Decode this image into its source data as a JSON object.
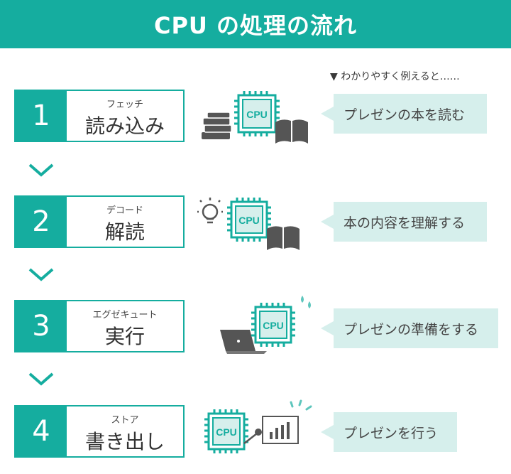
{
  "title": "CPU の処理の流れ",
  "hint": "▼ わかりやすく例えると……",
  "cpu_chip_label": "CPU",
  "steps": [
    {
      "number": "1",
      "subtitle": "フェッチ",
      "name": "読み込み",
      "analogy": "プレゼンの本を読む"
    },
    {
      "number": "2",
      "subtitle": "デコード",
      "name": "解読",
      "analogy": "本の内容を理解する"
    },
    {
      "number": "3",
      "subtitle": "エグゼキュート",
      "name": "実行",
      "analogy": "プレゼンの準備をする"
    },
    {
      "number": "4",
      "subtitle": "ストア",
      "name": "書き出し",
      "analogy": "プレゼンを行う"
    }
  ],
  "colors": {
    "accent": "#15ad9f",
    "callout": "#d6efec",
    "icon_gray": "#555555"
  }
}
